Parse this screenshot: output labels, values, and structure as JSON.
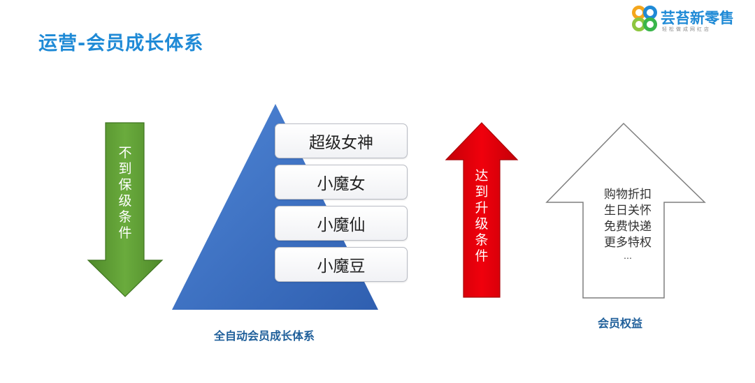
{
  "title": "运营-会员成长体系",
  "logo": {
    "name": "芸苔新零售",
    "slogan": "轻松做成网红店",
    "colors": [
      "#f4a61c",
      "#8dc63f",
      "#1f8ad6",
      "#39b54a"
    ]
  },
  "down_arrow": {
    "chars": [
      "不",
      "到",
      "保",
      "级",
      "条",
      "件"
    ],
    "color": "#5b9a32"
  },
  "pyramid": {
    "color": "#3a6fc4",
    "levels": [
      "超级女神",
      "小魔女",
      "小魔仙",
      "小魔豆"
    ],
    "caption": "全自动会员成长体系"
  },
  "up_arrow": {
    "chars": [
      "达",
      "到",
      "升",
      "级",
      "条",
      "件"
    ],
    "color": "#e8000b"
  },
  "benefits": {
    "items": [
      "购物折扣",
      "生日关怀",
      "免费快递",
      "更多特权",
      "…"
    ],
    "caption": "会员权益"
  }
}
